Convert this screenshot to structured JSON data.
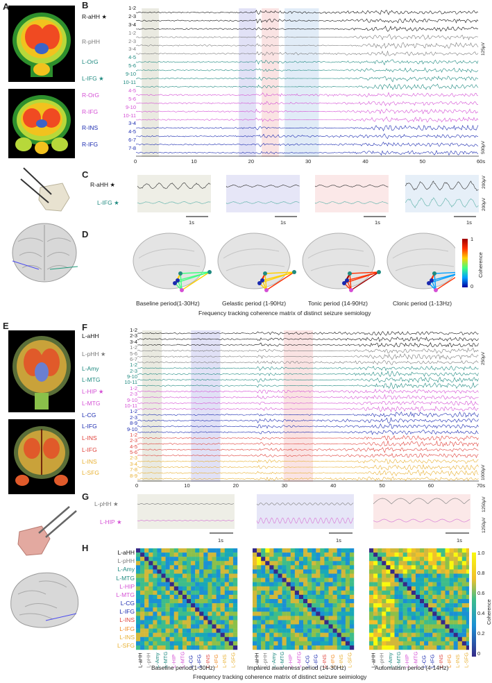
{
  "panels": {
    "A": "A",
    "B": "B",
    "C": "C",
    "D": "D",
    "E": "E",
    "F": "F",
    "G": "G",
    "H": "H"
  },
  "colors": {
    "black": "#111111",
    "gray": "#7a7a7a",
    "teal": "#1f8a80",
    "magenta": "#d44fd4",
    "navy": "#1a2ab0",
    "red": "#e0413a",
    "orange": "#f08a20",
    "gold": "#e8b030",
    "shade_gray": "#d9d9c8",
    "shade_blue": "#c8c8ee",
    "shade_red": "#f6cccc",
    "shade_lblue": "#c8dcf0"
  },
  "panelB": {
    "regions": [
      {
        "name": "R-aHH",
        "color": "black",
        "star": true,
        "channels": [
          "1-2",
          "2-3",
          "3-4"
        ]
      },
      {
        "name": "R-pHH",
        "color": "gray",
        "channels": [
          "1-2",
          "2-3",
          "3-4"
        ]
      },
      {
        "name": "L-OrG",
        "color": "teal",
        "channels": [
          "4-5",
          "5-6"
        ]
      },
      {
        "name": "L-IFG",
        "color": "teal",
        "star": true,
        "channels": [
          "9-10",
          "10-11"
        ]
      },
      {
        "name": "R-OrG",
        "color": "magenta",
        "channels": [
          "4-5",
          "5-6"
        ]
      },
      {
        "name": "R-IFG",
        "color": "magenta",
        "channels": [
          "9-10",
          "10-11"
        ]
      },
      {
        "name": "R-INS",
        "color": "navy",
        "channels": [
          "3-4",
          "4-5"
        ]
      },
      {
        "name": "R-IFG",
        "color": "navy",
        "channels": [
          "6-7",
          "7-8"
        ]
      }
    ],
    "xticks": [
      "0",
      "10",
      "20",
      "30",
      "40",
      "50",
      "60s"
    ],
    "scale_top": "125μV",
    "scale_bottom": "500μV"
  },
  "panelC": {
    "rows": [
      {
        "name": "R-aHH",
        "star": "★"
      },
      {
        "name": "L-IFG",
        "star": "★"
      }
    ],
    "scale1": "200μV",
    "scale2": "200μV",
    "timebar": "1s"
  },
  "panelD": {
    "periods": [
      "Baseline period(1-30Hz)",
      "Gelastic period (1-90Hz)",
      "Tonic period (14-90Hz)",
      "Clonic period (1-13Hz)"
    ],
    "title": "Frequency tracking coherence matrix of distinct seizure semiology",
    "colorbar_label": "Coherence",
    "colorbar_max": "1",
    "colorbar_min": "0"
  },
  "panelF": {
    "regions": [
      {
        "name": "L-aHH",
        "color": "black",
        "channels": [
          "1-2",
          "2-3",
          "3-4"
        ]
      },
      {
        "name": "L-pHH",
        "color": "gray",
        "star": true,
        "channels": [
          "1-2",
          "5-6",
          "6-7"
        ]
      },
      {
        "name": "L-Amy",
        "color": "teal",
        "channels": [
          "1-2",
          "2-3"
        ]
      },
      {
        "name": "L-MTG",
        "color": "teal",
        "channels": [
          "9-10",
          "10-11"
        ]
      },
      {
        "name": "L-HIP",
        "color": "magenta",
        "star": true,
        "channels": [
          "1-2",
          "2-3"
        ]
      },
      {
        "name": "L-MTG",
        "color": "magenta",
        "channels": [
          "9-10",
          "10-11"
        ]
      },
      {
        "name": "L-CG",
        "color": "navy",
        "channels": [
          "1-2",
          "2-3"
        ]
      },
      {
        "name": "L-IFG",
        "color": "navy",
        "channels": [
          "8-9",
          "9-10"
        ]
      },
      {
        "name": "L-INS",
        "color": "red",
        "channels": [
          "1-2",
          "2-3"
        ]
      },
      {
        "name": "L-IFG",
        "color": "red",
        "channels": [
          "4-5",
          "5-6"
        ]
      },
      {
        "name": "L-INS",
        "color": "gold",
        "channels": [
          "2-3",
          "3-4"
        ]
      },
      {
        "name": "L-SFG",
        "color": "gold",
        "channels": [
          "7-8",
          "8-9"
        ]
      }
    ],
    "xticks": [
      "0",
      "10",
      "20",
      "30",
      "40",
      "50",
      "60",
      "70s"
    ],
    "scale_top": "250μV",
    "scale_bottom": "1000μV"
  },
  "panelG": {
    "rows": [
      {
        "name": "L-pHH",
        "star": "★"
      },
      {
        "name": "L-HIP",
        "star": "★"
      }
    ],
    "scale1": "1250μV",
    "scale2": "1250μV",
    "timebar": "1s"
  },
  "panelH": {
    "labels": [
      "L-aHH",
      "L-pHH",
      "L-Amy",
      "L-MTG",
      "L-HIP",
      "L-MTG",
      "L-CG",
      "L-IFG",
      "L-INS",
      "L-IFG",
      "L-INS",
      "L-SFG"
    ],
    "label_colors": [
      "black",
      "gray",
      "teal",
      "teal",
      "magenta",
      "magenta",
      "navy",
      "navy",
      "red",
      "orange",
      "gold",
      "gold"
    ],
    "periods": [
      "Baseline period(1-30Hz)",
      "Impaired awareness period (14-30Hz)",
      "Automatism period (4-14Hz)"
    ],
    "title": "Frequency tracking coherence matrix of distinct seizure seimiology",
    "colorbar_label": "Coherence",
    "colorbar_ticks": [
      "1.0",
      "0.8",
      "0.6",
      "0.4",
      "0.2",
      "0"
    ]
  }
}
